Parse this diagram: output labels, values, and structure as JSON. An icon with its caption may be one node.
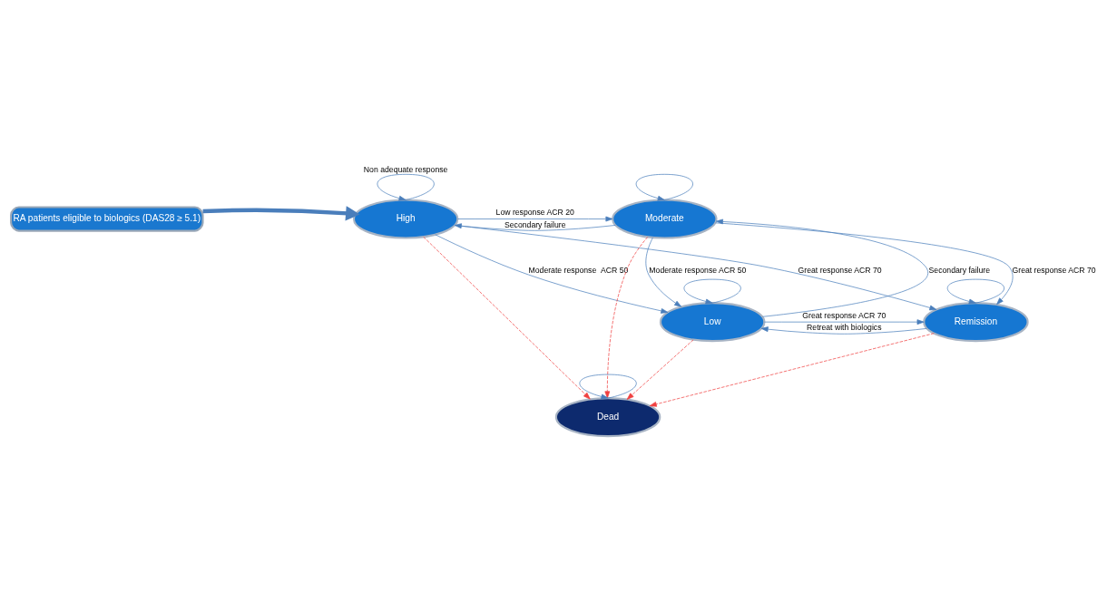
{
  "diagram": {
    "nodes": [
      {
        "text": [
          "RA patients eligible to biologics (DAS28 ≥ 5.1)"
        ]
      },
      {
        "text": [
          "High"
        ]
      },
      {
        "text": [
          "Moderate"
        ]
      },
      {
        "text": [
          "Low"
        ]
      },
      {
        "text": [
          "Remission"
        ]
      },
      {
        "text": [
          "Dead"
        ]
      }
    ],
    "edges": [
      {
        "from": 0,
        "to": 1,
        "arrow": "to",
        "style": "thick"
      },
      {
        "from": 1,
        "to": 1,
        "arrow": "to",
        "label": "Non adequate response"
      },
      {
        "from": 1,
        "to": 2,
        "arrow": "to",
        "label": "Low response ACR 20"
      },
      {
        "from": 2,
        "to": 1,
        "arrow": "to",
        "label": "Secondary failure"
      },
      {
        "from": 1,
        "to": 3,
        "arrow": "to",
        "label": "Moderate response  ACR 50"
      },
      {
        "from": 1,
        "to": 4,
        "arrow": "to",
        "label": "Great response ACR 70"
      },
      {
        "from": 2,
        "to": 3,
        "arrow": "to",
        "label": "Moderate response ACR 50"
      },
      {
        "from": 3,
        "to": 2,
        "arrow": "to",
        "label": "Secondary failure"
      },
      {
        "from": 2,
        "to": 4,
        "arrow": "to",
        "label": "Great response ACR 70"
      },
      {
        "from": 3,
        "to": 4,
        "arrow": "to",
        "label": "Great response ACR 70"
      },
      {
        "from": 4,
        "to": 3,
        "arrow": "to",
        "label": "Retreat with biologics"
      },
      {
        "from": 2,
        "to": 2,
        "arrow": "to"
      },
      {
        "from": 3,
        "to": 3,
        "arrow": "to"
      },
      {
        "from": 4,
        "to": 4,
        "arrow": "to"
      },
      {
        "from": 1,
        "to": 5,
        "arrow": "to",
        "style": "dashed",
        "color": "#f04040"
      },
      {
        "from": 2,
        "to": 5,
        "arrow": "to",
        "style": "dashed",
        "color": "#f04040"
      },
      {
        "from": 3,
        "to": 5,
        "arrow": "to",
        "style": "dashed",
        "color": "#f04040"
      },
      {
        "from": 4,
        "to": 5,
        "arrow": "to",
        "style": "dashed",
        "color": "#f04040"
      },
      {
        "from": 5,
        "to": 5,
        "arrow": "to"
      }
    ]
  }
}
